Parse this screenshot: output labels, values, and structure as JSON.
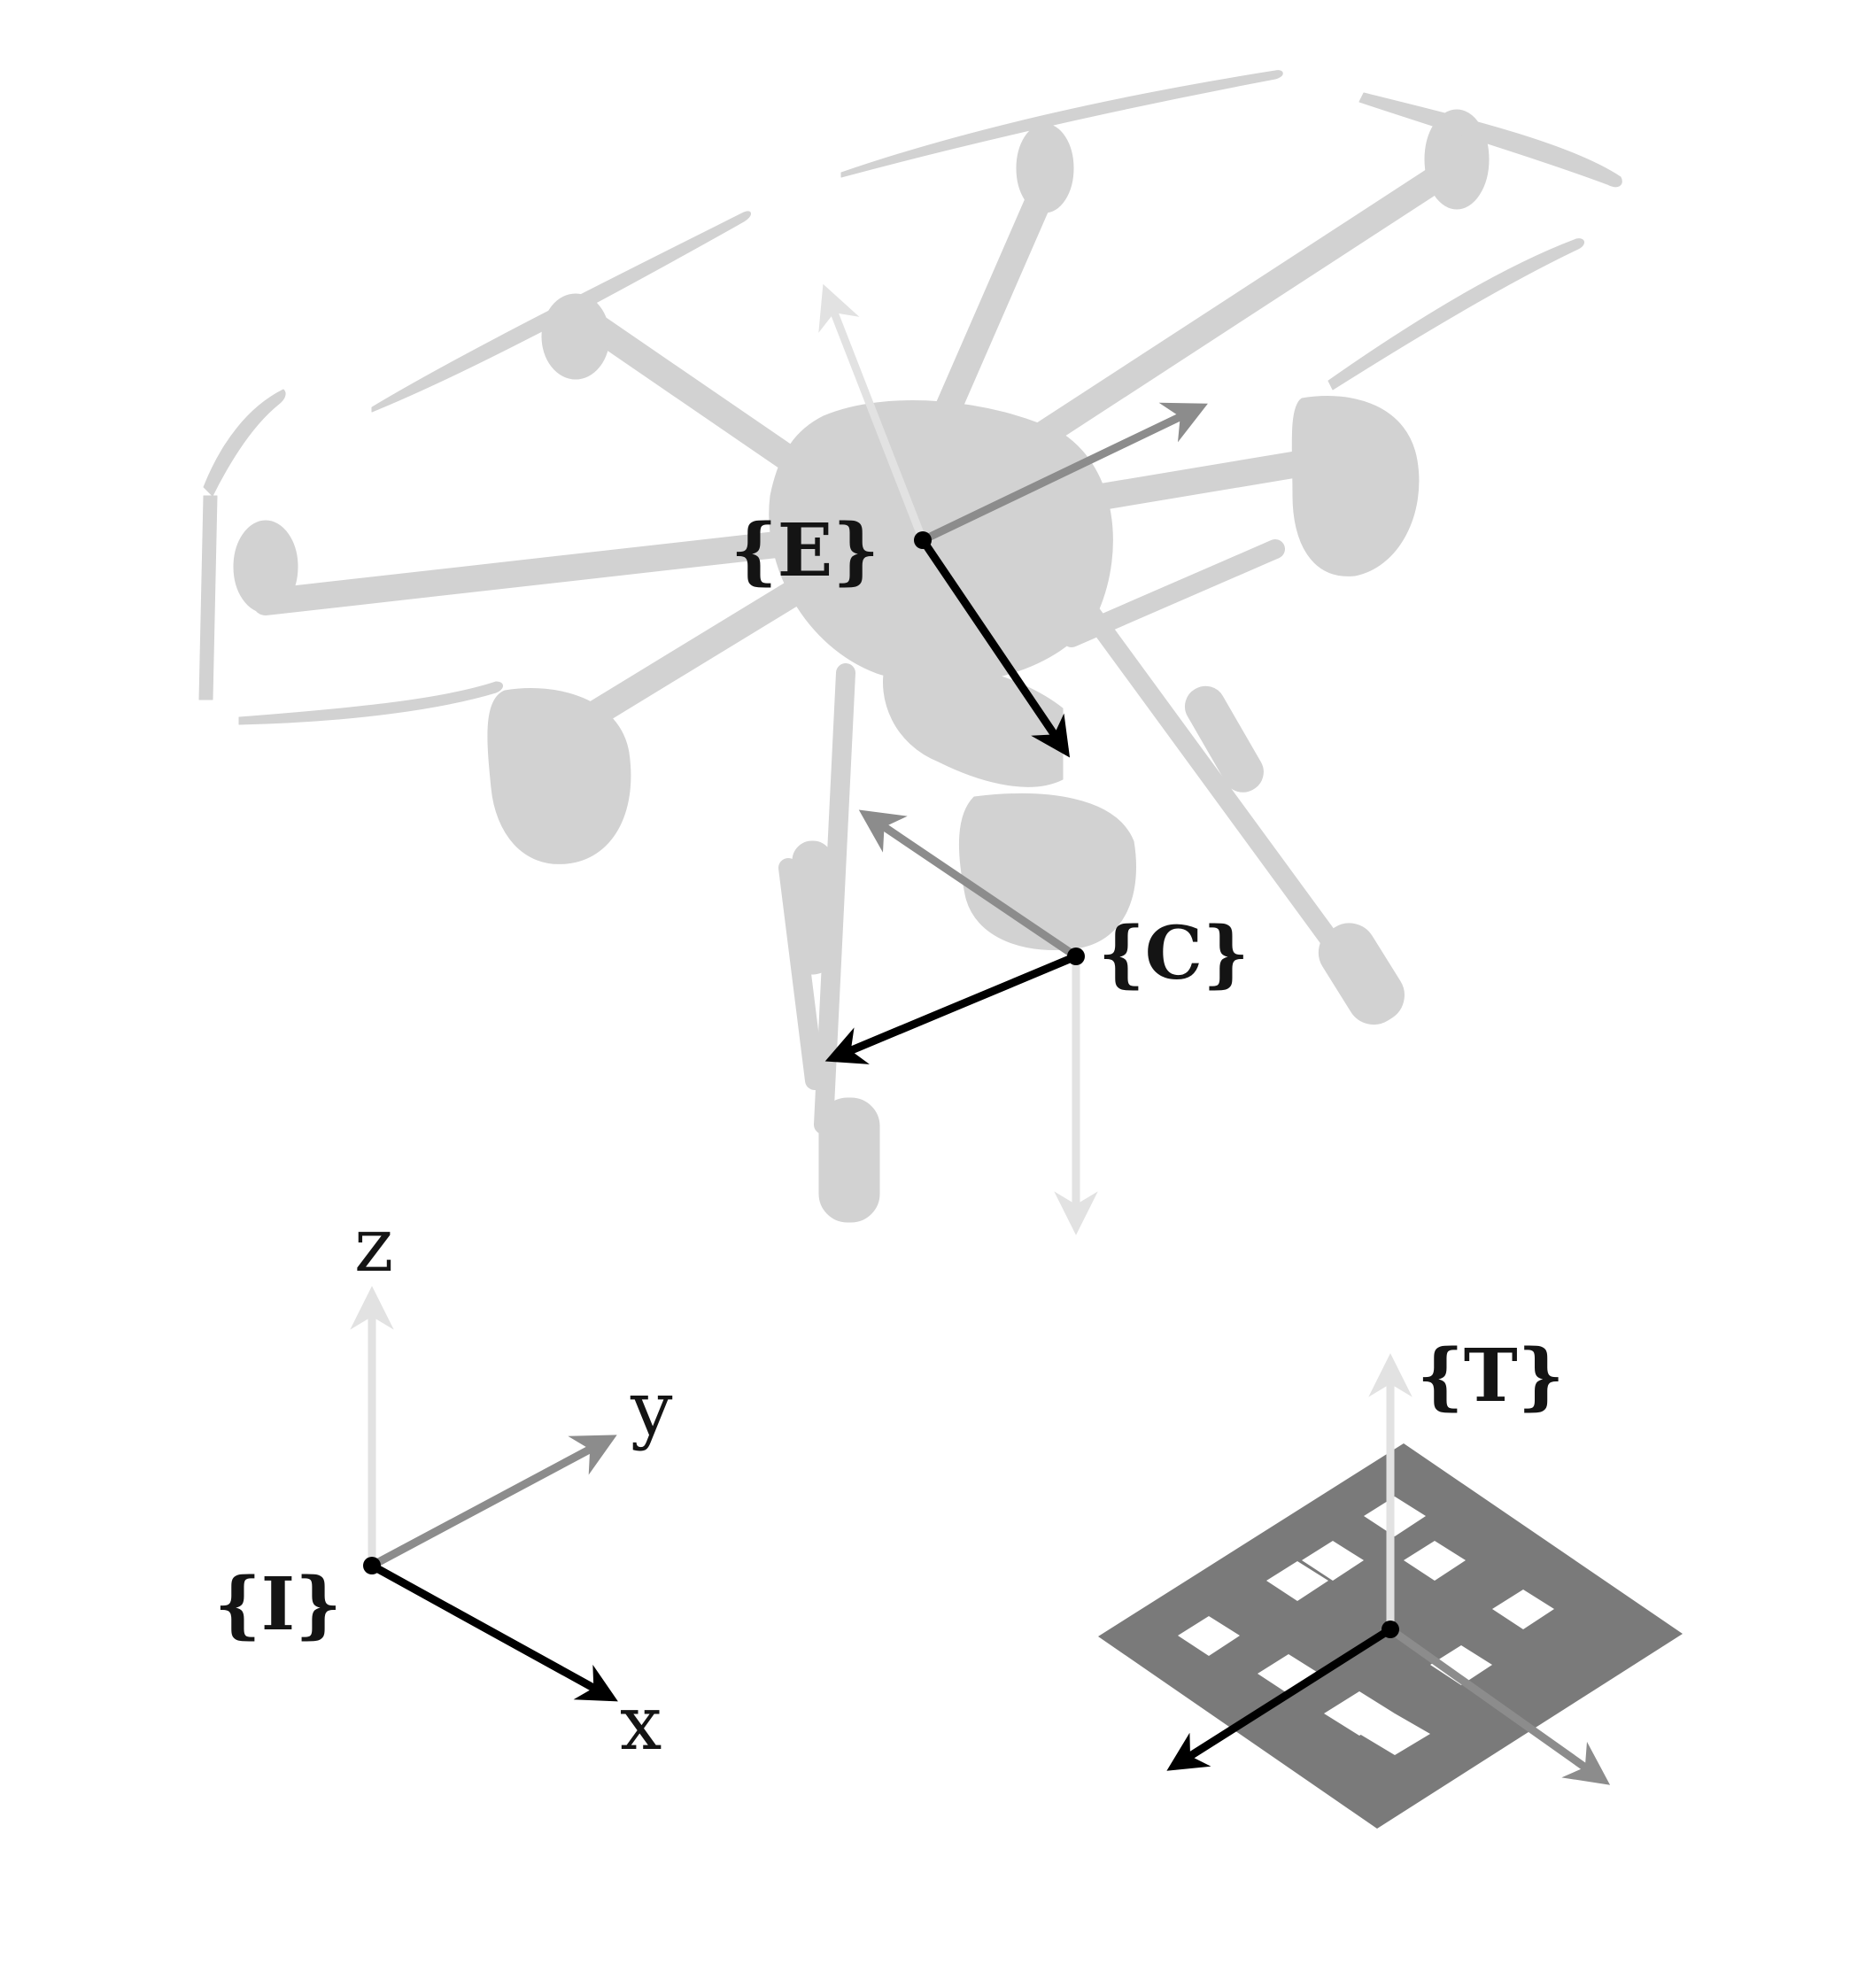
{
  "frames": {
    "E": {
      "label": "{E}"
    },
    "C": {
      "label": "{C}"
    },
    "I": {
      "label": "{I}",
      "axes": {
        "x": "x",
        "y": "y",
        "z": "z"
      }
    },
    "T": {
      "label": "{T}"
    }
  },
  "colors": {
    "x_axis": "#000000",
    "y_axis": "#8c8c8c",
    "z_axis": "#e2e2e2",
    "drone_silhouette": "#d2d2d2",
    "marker_fill": "#7a7a7a",
    "marker_cells": "#ffffff"
  },
  "icons": [
    "hexacopter-drone-silhouette",
    "fiducial-marker-tag"
  ]
}
